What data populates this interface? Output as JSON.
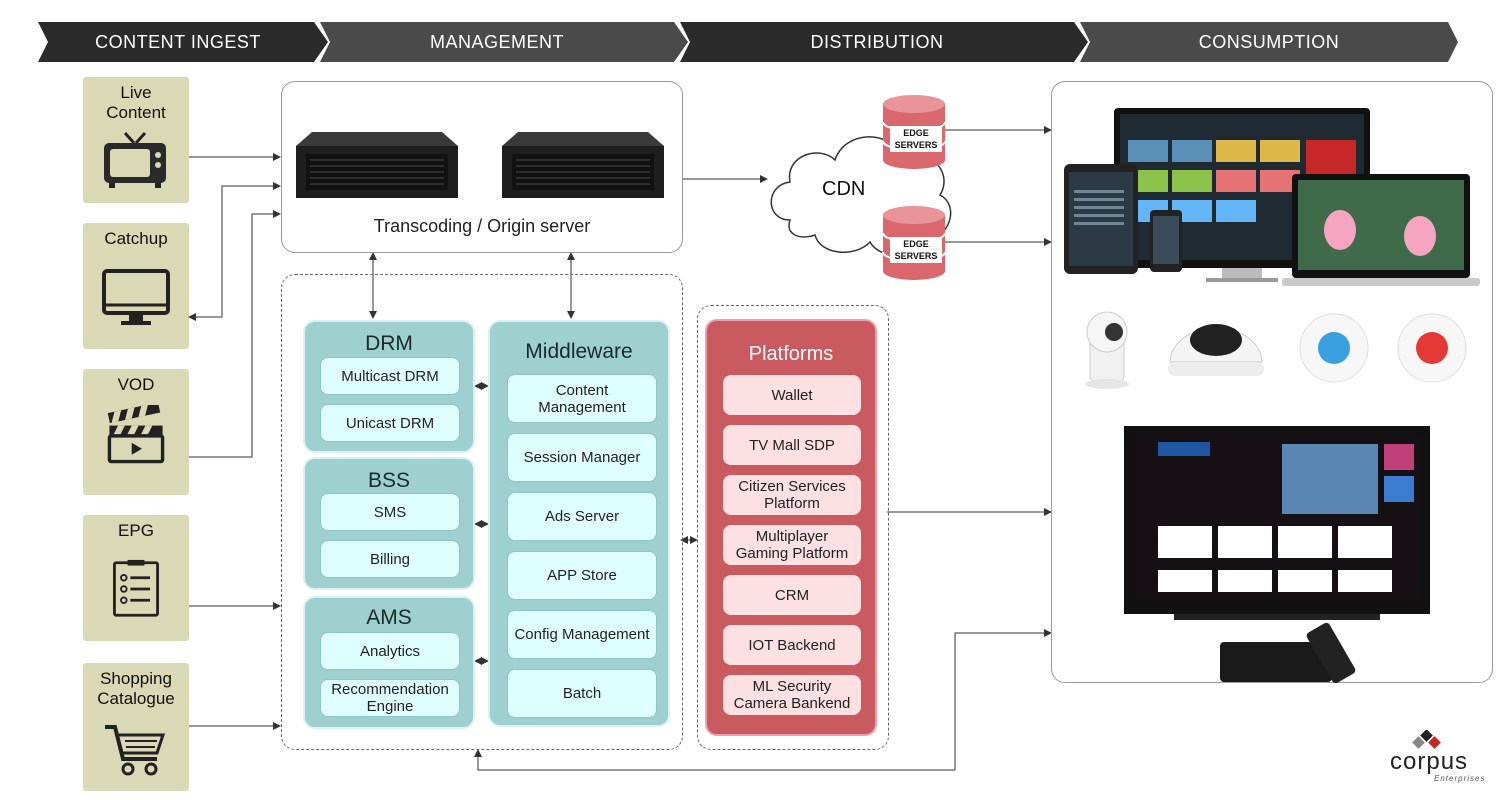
{
  "stages": [
    "CONTENT INGEST",
    "MANAGEMENT",
    "DISTRIBUTION",
    "CONSUMPTION"
  ],
  "sources": [
    {
      "label": "Live Content",
      "icon": "tv-icon"
    },
    {
      "label": "Catchup",
      "icon": "monitor-icon"
    },
    {
      "label": "VOD",
      "icon": "clapperboard-icon"
    },
    {
      "label": "EPG",
      "icon": "checklist-icon"
    },
    {
      "label": "Shopping Catalogue",
      "icon": "shopping-cart-icon"
    }
  ],
  "origin": {
    "label": "Transcoding / Origin server"
  },
  "drm": {
    "title": "DRM",
    "items": [
      "Multicast DRM",
      "Unicast DRM"
    ]
  },
  "bss": {
    "title": "BSS",
    "items": [
      "SMS",
      "Billing"
    ]
  },
  "ams": {
    "title": "AMS",
    "items": [
      "Analytics",
      "Recommendation Engine"
    ]
  },
  "middleware": {
    "title": "Middleware",
    "items": [
      "Content Management",
      "Session Manager",
      "Ads Server",
      "APP Store",
      "Config Management",
      "Batch"
    ]
  },
  "platforms": {
    "title": "Platforms",
    "items": [
      "Wallet",
      "TV Mall SDP",
      "Citizen Services Platform",
      "Multiplayer Gaming Platform",
      "CRM",
      "IOT Backend",
      "ML Security Camera Bankend"
    ]
  },
  "cdn": {
    "label": "CDN",
    "edge_top": [
      "EDGE",
      "SERVERS"
    ],
    "edge_bottom": [
      "EDGE",
      "SERVERS"
    ]
  },
  "logo": {
    "name": "corpus",
    "sub": "Enterprises"
  },
  "colors": {
    "stage_dark": "#2b2b2b",
    "stage_light": "#4a4a4a",
    "source_bg": "#d9d9b6",
    "teal": "#9ed0cf",
    "teal_item": "#dffffe",
    "platform_red": "#c85a60",
    "platform_item": "#fde0e2",
    "edge_red": "#d9676c"
  }
}
